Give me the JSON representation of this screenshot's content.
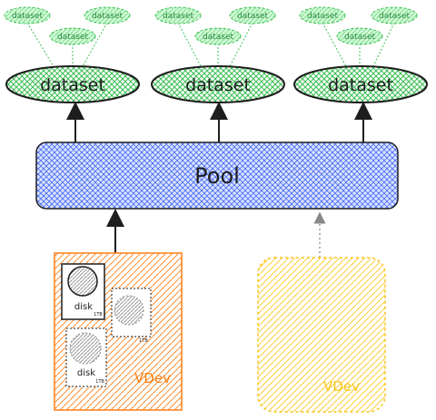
{
  "pool": {
    "label": "Pool"
  },
  "datasets": [
    {
      "label": "dataset",
      "children": [
        "dataset",
        "dataset",
        "dataset"
      ]
    },
    {
      "label": "dataset",
      "children": [
        "dataset",
        "dataset",
        "dataset"
      ]
    },
    {
      "label": "dataset",
      "children": [
        "dataset",
        "dataset",
        "dataset"
      ]
    }
  ],
  "vdevs": [
    {
      "label": "VDev",
      "disks": [
        {
          "label": "disk",
          "size": "1TB"
        },
        {
          "label": "",
          "size": "1TB"
        },
        {
          "label": "disk",
          "size": "1TB"
        }
      ]
    },
    {
      "label": "VDev"
    }
  ],
  "colors": {
    "dataset_fill": "#40c057",
    "pool_fill": "#4c6ef5",
    "vdev_active": "#fd7e14",
    "vdev_inactive": "#fcc419",
    "stroke": "#1e1e1e",
    "disk_fill": "#aaaaaa"
  }
}
